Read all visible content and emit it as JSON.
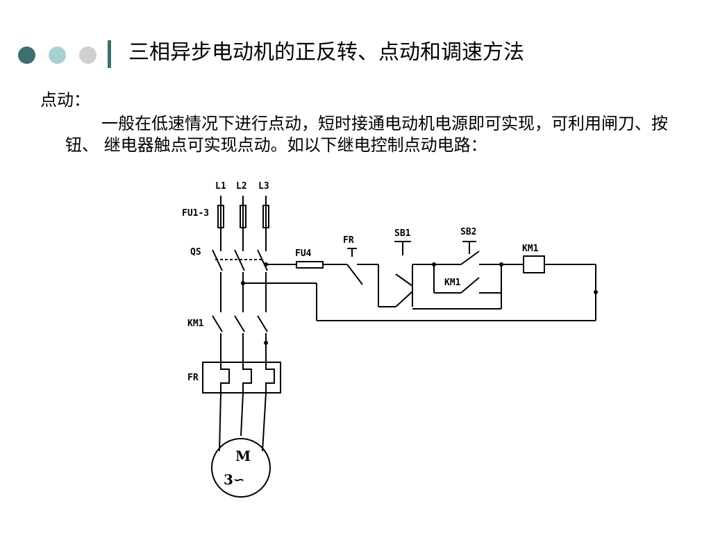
{
  "header": {
    "title": "三相异步电动机的正反转、点动和调速方法",
    "dot_colors": [
      "#3f6e70",
      "#a6d0d2",
      "#d0d0d0"
    ],
    "accent_bar_color": "#3f6e70"
  },
  "content": {
    "label": "点动：",
    "paragraph": "一般在低速情况下进行点动，短时接通电动机电源即可实现，可利用闸刀、按钮、 继电器触点可实现点动。如以下继电控制点动电路："
  },
  "diagram": {
    "labels": {
      "L1": "L1",
      "L2": "L2",
      "L3": "L3",
      "FU1_3": "FU1-3",
      "QS": "QS",
      "KM1_main": "KM1",
      "FR_main": "FR",
      "FU4": "FU4",
      "FR_ctrl": "FR",
      "SB1": "SB1",
      "SB2": "SB2",
      "KM1_coil": "KM1",
      "KM1_aux": "KM1",
      "motor_M": "M",
      "motor_3": "3∽"
    }
  }
}
